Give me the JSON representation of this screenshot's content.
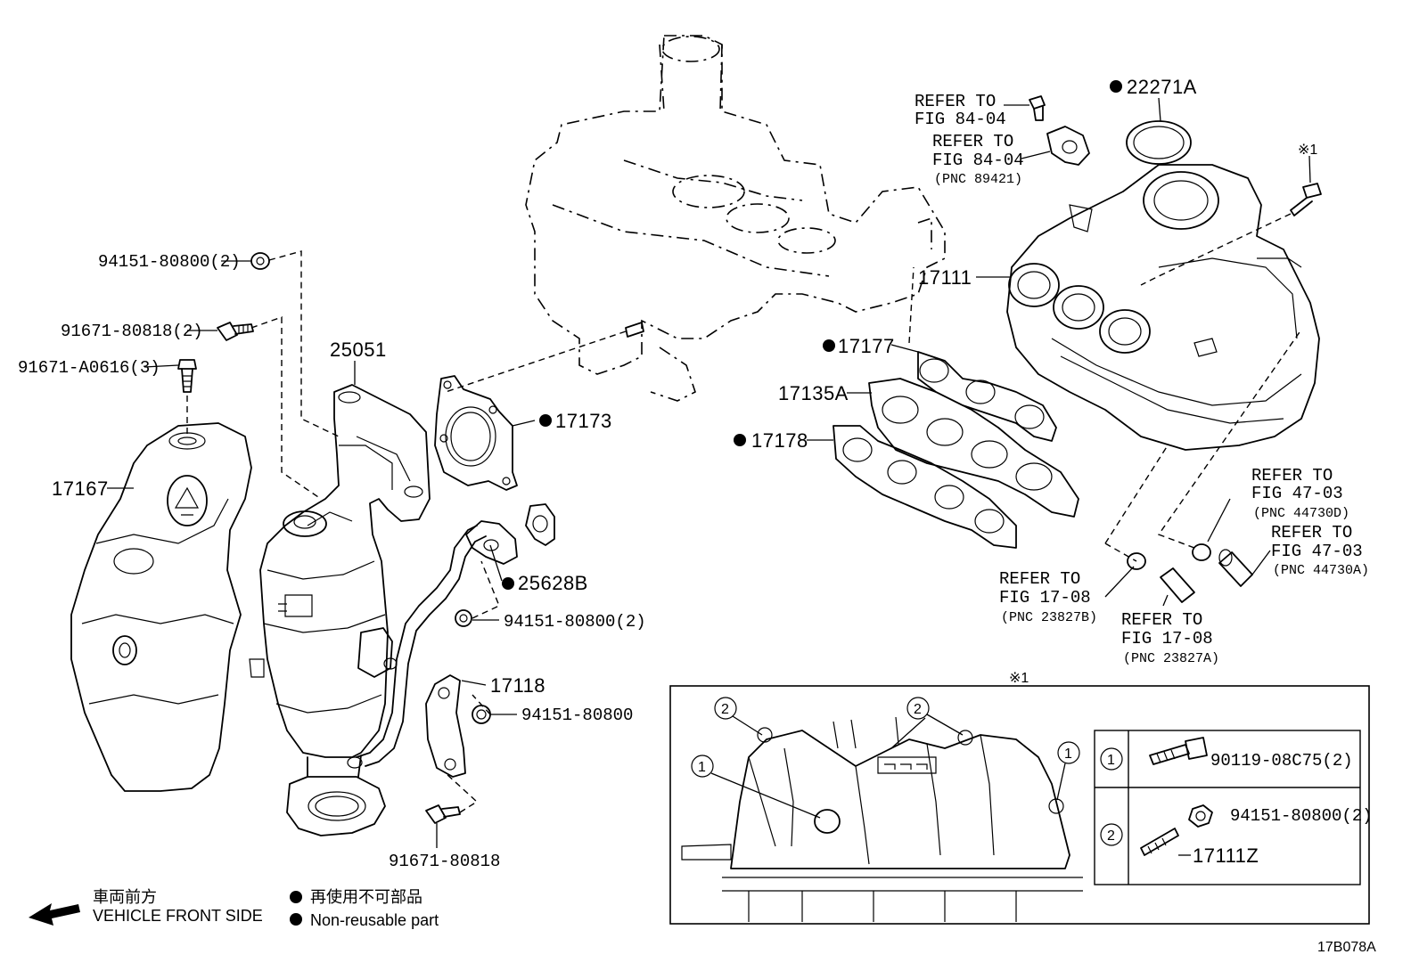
{
  "part_labels": {
    "p94151_80800_2_top": "94151-80800(2)",
    "p91671_80818_2": "91671-80818(2)",
    "p91671_A0616_3": "91671-A0616(3)",
    "p17167": "17167",
    "p25051": "25051",
    "p17173": "17173",
    "p25628B": "25628B",
    "p94151_80800_2_mid": "94151-80800(2)",
    "p17118": "17118",
    "p94151_80800": "94151-80800",
    "p91671_80818": "91671-80818",
    "p17178": "17178",
    "p17135A": "17135A",
    "p17177": "17177",
    "p17111": "17111",
    "p22271A": "22271A"
  },
  "refer_labels": {
    "ref84_a_l1": "REFER TO",
    "ref84_a_l2": "FIG 84-04",
    "ref84_b_l1": "REFER TO",
    "ref84_b_l2": "FIG 84-04",
    "ref84_b_l3": "(PNC 89421)",
    "ref47_a_l1": "REFER TO",
    "ref47_a_l2": "FIG 47-03",
    "ref47_a_l3": "(PNC 44730D)",
    "ref47_b_l1": "REFER TO",
    "ref47_b_l2": "FIG 47-03",
    "ref47_b_l3": "(PNC 44730A)",
    "ref17_a_l1": "REFER TO",
    "ref17_a_l2": "FIG 17-08",
    "ref17_a_l3": "(PNC 23827B)",
    "ref17_b_l1": "REFER TO",
    "ref17_b_l2": "FIG 17-08",
    "ref17_b_l3": "(PNC 23827A)"
  },
  "note_mark": "※1",
  "inset": {
    "mark": "※1",
    "callout_1": "1",
    "callout_2": "2",
    "table": [
      {
        "num": "1",
        "parts": [
          "90119-08C75(2)"
        ]
      },
      {
        "num": "2",
        "parts": [
          "94151-80800(2)",
          "17111Z"
        ]
      }
    ]
  },
  "legend": {
    "direction_jp": "車両前方",
    "direction_en": "VEHICLE FRONT SIDE",
    "nonreuse_jp": "再使用不可部品",
    "nonreuse_en": "Non-reusable part"
  },
  "figure_code": "17B078A"
}
